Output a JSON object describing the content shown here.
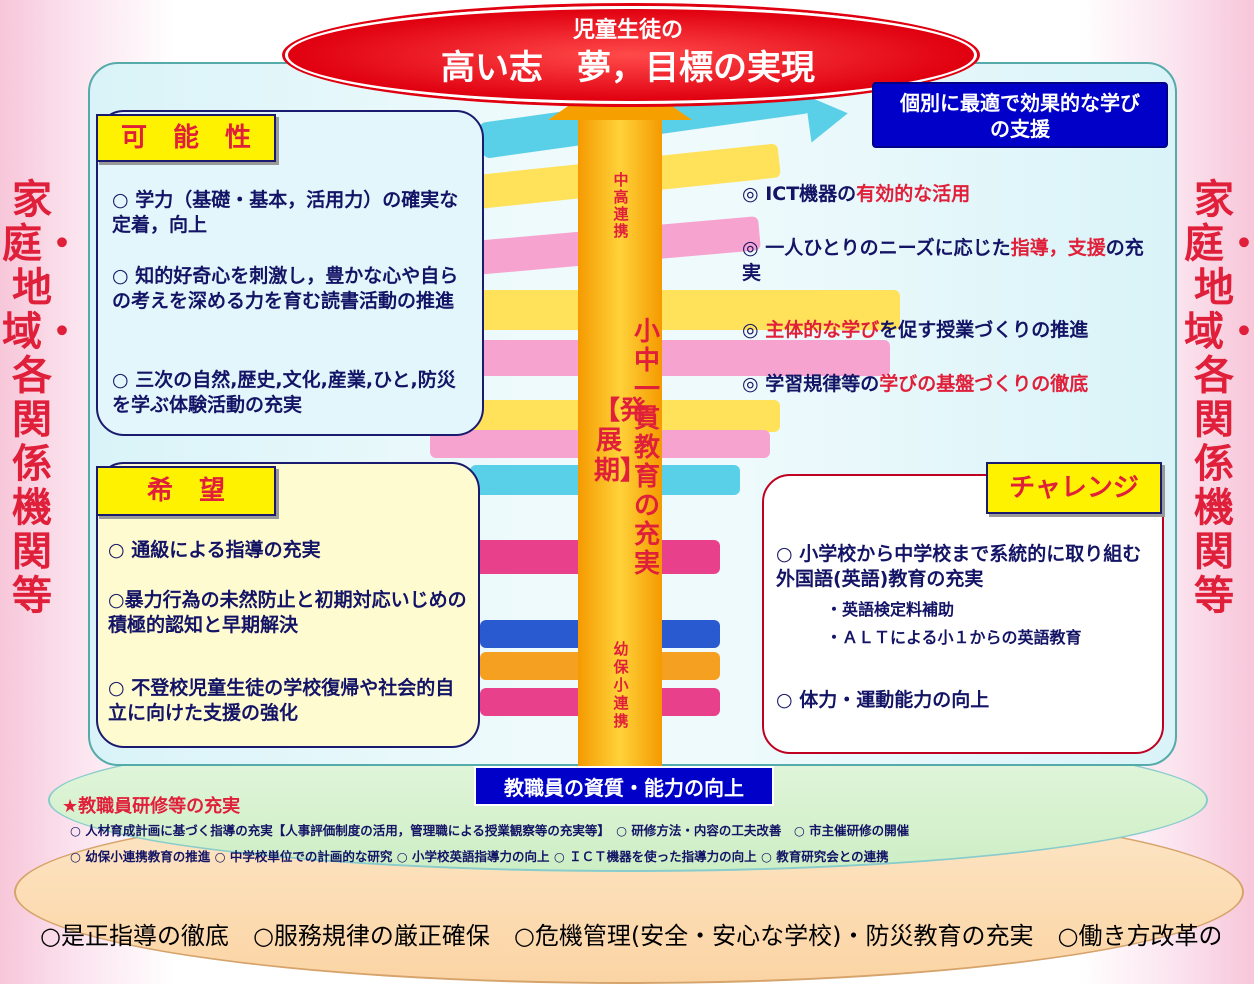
{
  "top": {
    "line1": "児童生徒の",
    "line2": "高い志　夢，目標の実現"
  },
  "side_label": "家庭・地域・各関係機関等",
  "header_right": "個別に最適で効果的な学びの支援",
  "center": {
    "top_link": "中高連携",
    "main": "小中一貫教育の充実",
    "phase": "【発展期】",
    "bottom_link": "幼保小連携"
  },
  "kanousei": {
    "title": "可　能　性",
    "items": [
      "○ 学力（基礎・基本，活用力）の確実な定着，向上",
      "○ 知的好奇心を刺激し，豊かな心や自らの考えを深める力を育む読書活動の推進",
      "○ 三次の自然,歴史,文化,産業,ひと,防災を学ぶ体験活動の充実"
    ]
  },
  "support": {
    "items": [
      {
        "prefix": "◎ ",
        "blue": "ICT機器の",
        "red": "有効的な活用",
        "tail": ""
      },
      {
        "prefix": "◎ ",
        "blue": "一人ひとりのニーズに応じた",
        "red": "指導，支援",
        "tail": "の充実"
      },
      {
        "prefix": "◎ ",
        "blue": "",
        "red": "主体的な学び",
        "tail": "を促す授業づくりの推進"
      },
      {
        "prefix": "◎ ",
        "blue": "学習規律等の",
        "red": "学びの基盤づくりの徹底",
        "tail": ""
      }
    ]
  },
  "kibou": {
    "title": "希　望",
    "items": [
      "○ 通級による指導の充実",
      "○暴力行為の未然防止と初期対応いじめの積極的認知と早期解決",
      "○ 不登校児童生徒の学校復帰や社会的自立に向けた支援の強化"
    ]
  },
  "challenge": {
    "title": "チャレンジ",
    "items": [
      "○ 小学校から中学校まで系統的に取り組む外国語(英語)教育の充実",
      "・英語検定料補助",
      "・ＡＬＴによる小１からの英語教育",
      "○ 体力・運動能力の向上"
    ]
  },
  "staff": {
    "banner": "教職員の資質・能力の向上",
    "heading": "★教職員研修等の充実",
    "row1": "○ 人材育成計画に基づく指導の充実【人事評価制度の活用，管理職による授業観察等の充実等】　○ 研修方法・内容の工夫改善　○ 市主催研修の開催",
    "row2": "○ 幼保小連携教育の推進 ○ 中学校単位での計画的な研究 ○ 小学校英語指導力の向上 ○ ＩＣＴ機器を使った指導力の向上 ○ 教育研究会との連携"
  },
  "footer": "○是正指導の徹底　○服務規律の厳正確保　○危機管理(安全・安心な学校)・防災教育の充実　○働き方改革の推進　○学校情報の発信",
  "colors": {
    "red": "#e0203a",
    "navy": "#141466",
    "yellow": "#fff200",
    "blue_header": "#0000c8"
  }
}
